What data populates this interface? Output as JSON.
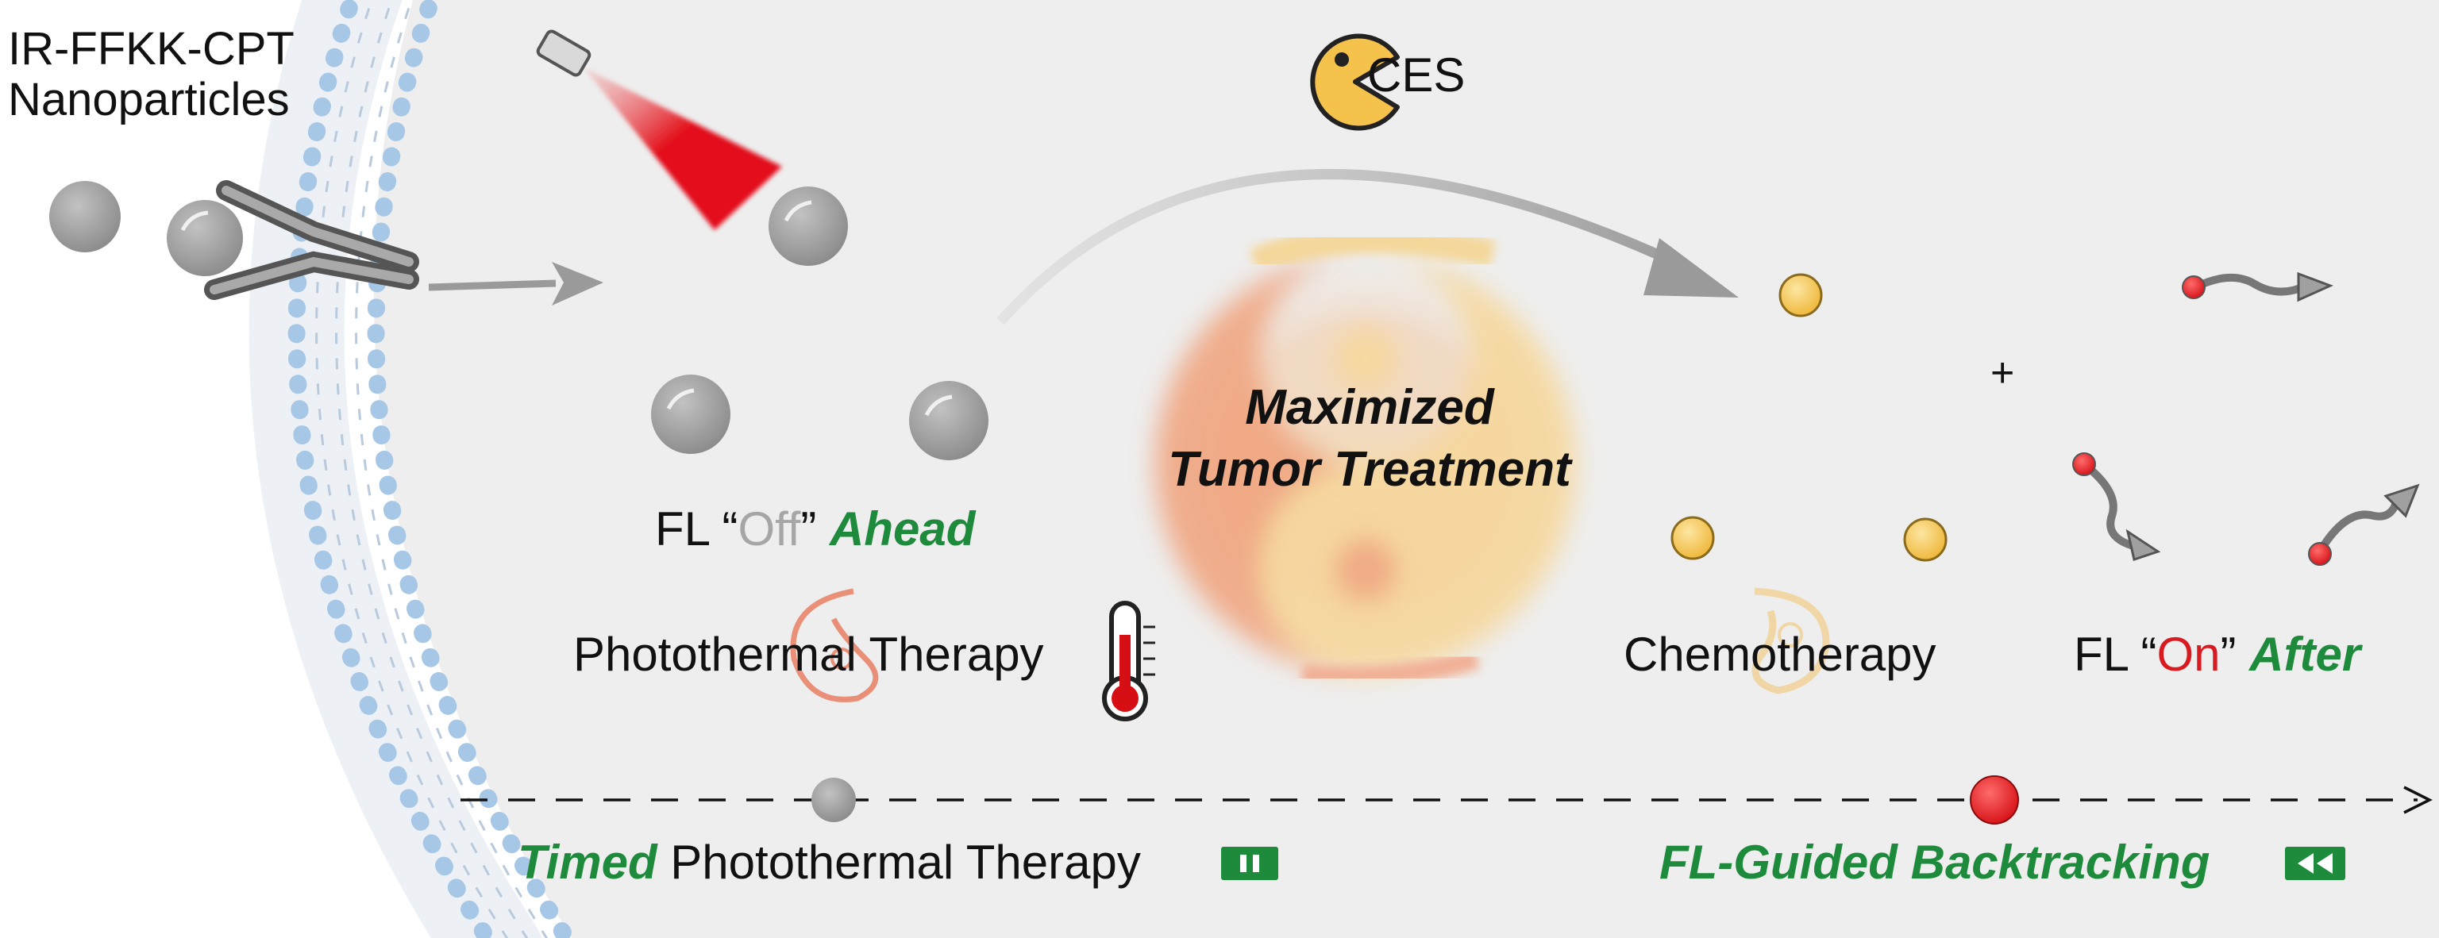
{
  "labels": {
    "nanoparticles_line1": "IR-FFKK-CPT",
    "nanoparticles_line2": "Nanoparticles",
    "ces": "CES",
    "center_line1": "Maximized",
    "center_line2": "Tumor Treatment",
    "fl_off_prefix": "FL “",
    "fl_off_word": "Off",
    "fl_off_suffix": "” ",
    "fl_off_ahead": "Ahead",
    "photothermal": "Photothermal Therapy",
    "chemotherapy": "Chemotherapy",
    "fl_on_prefix": "FL “",
    "fl_on_word": "On",
    "fl_on_suffix": "” ",
    "fl_on_after": "After",
    "plus": "+",
    "timed_word": "Timed",
    "timed_rest": " Photothermal Therapy",
    "backtracking": "FL-Guided Backtracking"
  },
  "icons": {
    "laser": "laser-icon",
    "pacman": "enzyme-pacman-icon",
    "thermometer": "thermometer-icon",
    "pause": "pause-icon",
    "rewind": "rewind-icon",
    "yin_yang": "yin-yang-icon"
  },
  "colors": {
    "background": "#eeeeee",
    "membrane_blue": "#a7c7e7",
    "nanoparticle_grey": "#9a9a9a",
    "drug_yellow": "#f5c24c",
    "laser_red": "#e3111a",
    "accent_green": "#1e8a3c",
    "fluorescence_red": "#d81b20"
  }
}
